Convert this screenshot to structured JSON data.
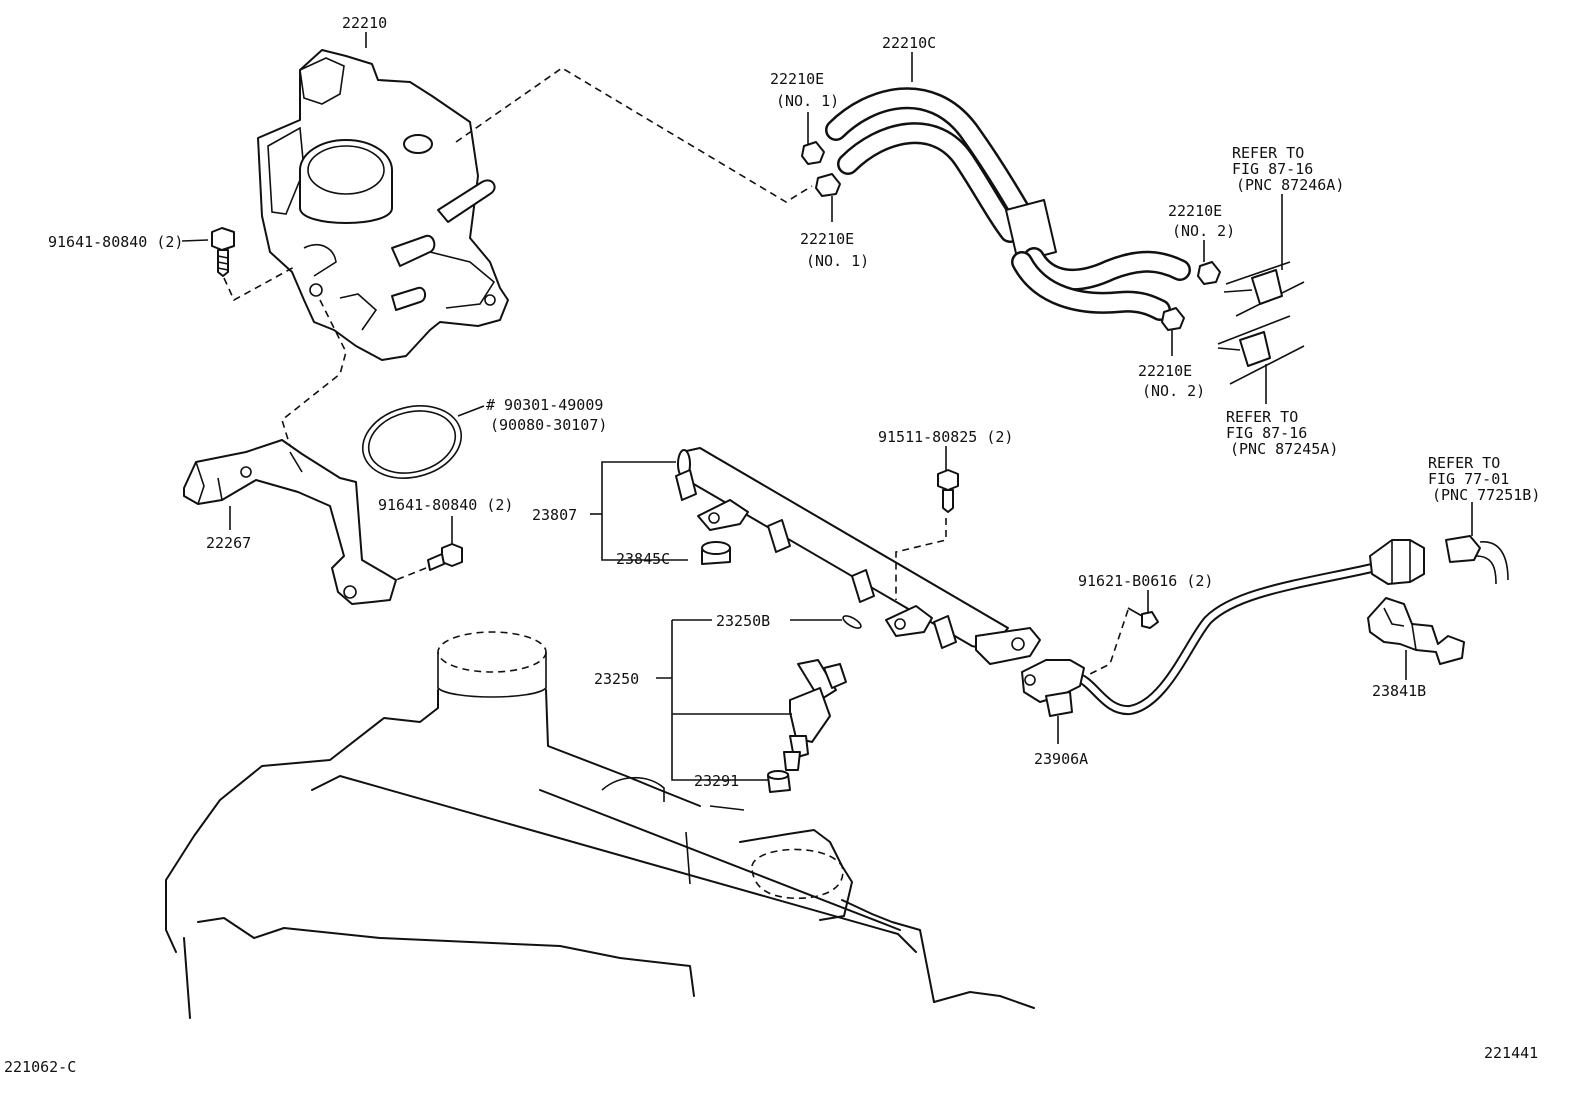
{
  "diagram": {
    "labels": {
      "p22210": "22210",
      "p22210c": "22210C",
      "p22210e_top": "22210E",
      "p22210e_top_no": "(NO. 1)",
      "p22210e_mid": "22210E",
      "p22210e_mid_no": "(NO. 1)",
      "p22210e_r1": "22210E",
      "p22210e_r1_no": "(NO. 2)",
      "p22210e_r2": "22210E",
      "p22210e_r2_no": "(NO. 2)",
      "refer_a_1": "REFER TO",
      "refer_a_2": "FIG 87-16",
      "refer_a_3": "(PNC 87246A)",
      "refer_b_1": "REFER TO",
      "refer_b_2": "FIG 87-16",
      "refer_b_3": "(PNC 87245A)",
      "refer_c_1": "REFER TO",
      "refer_c_2": "FIG 77-01",
      "refer_c_3": "(PNC 77251B)",
      "bolt_top": "91641-80840 (2)",
      "bolt_mid": "91641-80840 (2)",
      "gasket_1": "# 90301-49009",
      "gasket_2": "(90080-30107)",
      "p22267": "22267",
      "p91511": "91511-80825 (2)",
      "p23807": "23807",
      "p23845c": "23845C",
      "p23250b": "23250B",
      "p23250": "23250",
      "p23291": "23291",
      "p91621": "91621-B0616 (2)",
      "p23906a": "23906A",
      "p23841b": "23841B",
      "footer_left": "221062-C",
      "footer_right": "221441"
    }
  }
}
